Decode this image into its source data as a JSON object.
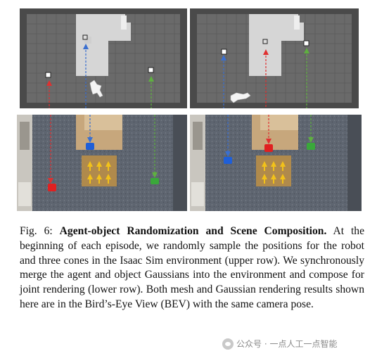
{
  "figure": {
    "panels": [
      {
        "id": "top-left",
        "view": "mesh rendering"
      },
      {
        "id": "top-right",
        "view": "mesh rendering"
      },
      {
        "id": "bottom-left",
        "view": "gaussian rendering"
      },
      {
        "id": "bottom-right",
        "view": "gaussian rendering"
      }
    ],
    "arrow_colors": {
      "red": "#e03030",
      "blue": "#3a6fd0",
      "green": "#5fb040"
    },
    "cone_colors": {
      "red": "#e02020",
      "blue": "#1f5fd8",
      "green": "#3aa83a"
    },
    "marker_glyphs": [
      "arrow-up-icon",
      "arrow-up-icon",
      "arrow-up-icon",
      "arrow-up-icon",
      "arrow-up-icon",
      "arrow-up-icon"
    ]
  },
  "caption": {
    "label": "Fig. 6:",
    "bold_title": "Agent-object Randomization and Scene Composition.",
    "text": "At the beginning of each episode, we randomly sample the positions for the robot and three cones in the Isaac Sim environment (upper row). We synchronously merge the agent and object Gaussians into the environment and compose for joint rendering (lower row). Both mesh and Gaussian rendering results shown here are in the Bird’s-Eye View (BEV) with the same camera pose."
  },
  "watermark": {
    "text": "公众号 · 一点人工一点智能"
  }
}
